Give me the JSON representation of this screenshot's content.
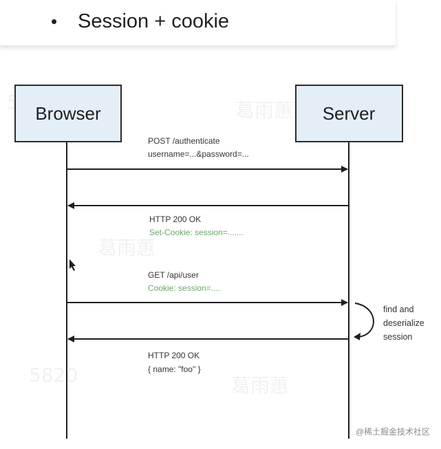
{
  "slide": {
    "bullet": "•",
    "title": "Session + cookie"
  },
  "actors": {
    "browser": "Browser",
    "server": "Server"
  },
  "messages": [
    {
      "line1": "POST /authenticate",
      "line2": "username=...&password=..."
    },
    {
      "line1": "HTTP 200 OK",
      "line2": "Set-Cookie: session=......."
    },
    {
      "line1": "GET /api/user",
      "line2": "Cookie: session=...."
    },
    {
      "line1": "HTTP 200 OK",
      "line2": "{ name: \"foo\" }"
    }
  ],
  "server_note": [
    "find and",
    "deserialize",
    "session"
  ],
  "watermarks": [
    "5820",
    "葛雨蕙",
    "葛雨蕙",
    "葛雨蕙",
    "5820",
    "5820"
  ],
  "credit": "@稀土掘金技术社区",
  "colors": {
    "actor_fill": "#e3eef7",
    "actor_border": "#2b2b2b",
    "lifeline": "#1e1e1e",
    "cookie_text": "#6aa86a"
  }
}
